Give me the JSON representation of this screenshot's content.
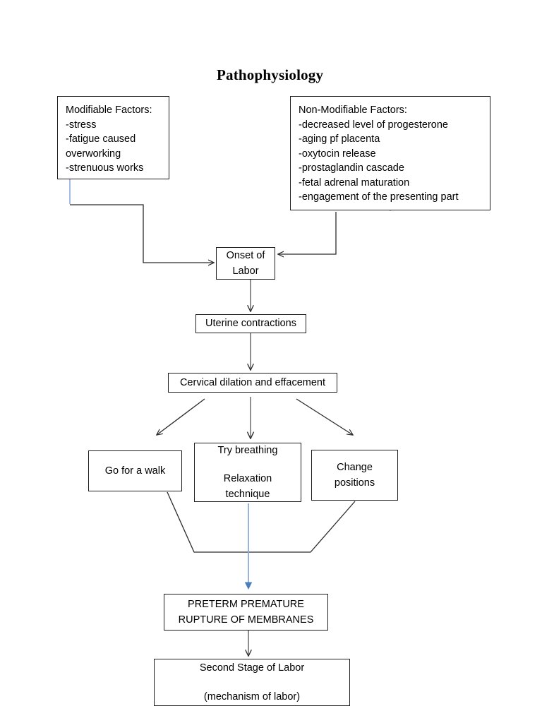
{
  "diagram": {
    "title": "Pathophysiology",
    "colors": {
      "line_dark": "#2b2b2b",
      "line_blue": "#8faadc",
      "box_border": "#1d1d1d",
      "background": "#ffffff",
      "text": "#000000"
    },
    "nodes": {
      "modifiable": {
        "label": "Modifiable Factors box",
        "lines": [
          "Modifiable Factors:",
          "-stress",
          "-fatigue caused",
          "overworking",
          "-strenuous works"
        ]
      },
      "non_modifiable": {
        "label": "Non-Modifiable Factors box",
        "lines": [
          "Non-Modifiable Factors:",
          "-decreased level of progesterone",
          "-aging pf placenta",
          "-oxytocin release",
          "-prostaglandin cascade",
          "-fetal adrenal maturation",
          "-engagement of the presenting part"
        ]
      },
      "onset_of_labor": {
        "lines": [
          "Onset of",
          "Labor"
        ]
      },
      "uterine_contractions": {
        "lines": [
          "Uterine contractions"
        ]
      },
      "cervical_dilation": {
        "lines": [
          "Cervical dilation and effacement"
        ]
      },
      "go_for_a_walk": {
        "lines": [
          "Go for a walk"
        ]
      },
      "try_breathing": {
        "lines": [
          "Try breathing",
          "Relaxation",
          "technique"
        ]
      },
      "change_positions": {
        "lines": [
          "Change",
          "positions"
        ]
      },
      "pprom": {
        "lines": [
          "PRETERM PREMATURE",
          "RUPTURE OF MEMBRANES"
        ]
      },
      "second_stage": {
        "lines": [
          "Second Stage of Labor",
          "(mechanism of labor)"
        ]
      }
    }
  }
}
